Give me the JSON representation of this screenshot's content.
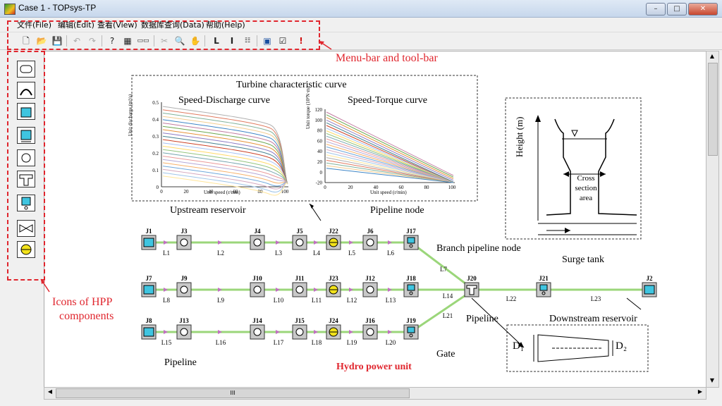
{
  "window": {
    "title": "Case 1 - TOPsys-TP",
    "btn_min": "–",
    "btn_max": "□",
    "btn_close": "✕"
  },
  "menu": [
    {
      "label": "文件(File)"
    },
    {
      "label": "编辑(Edit)"
    },
    {
      "label": "查看(View)"
    },
    {
      "label": "数据库查询(Data)"
    },
    {
      "label": "帮助(Help)"
    }
  ],
  "toolbar": {
    "new_icon": "new-file-icon",
    "open_icon": "open-folder-icon",
    "save_icon": "save-icon",
    "undo_icon": "undo-icon",
    "redo_icon": "redo-icon",
    "help_icon": "help-icon",
    "L_label": "L",
    "I_label": "I",
    "excl_label": "!"
  },
  "annotations": {
    "menubar": "Menu-bar and tool-bar",
    "icons_line1": "Icons of HPP",
    "icons_line2": "components"
  },
  "turbine": {
    "title": "Turbine characteristic curve",
    "left_title": "Speed-Discharge curve",
    "right_title": "Speed-Torque curve",
    "left_xlabel": "Unit speed (r/min)",
    "left_ylabel": "Unit discharge (m³/s)",
    "right_xlabel": "Unit speed (r/min)",
    "right_ylabel": "Unit torque (10³N·m)",
    "left_yticks": [
      "0.5",
      "0.4",
      "0.3",
      "0.2",
      "0.1",
      "0"
    ],
    "left_xticks": [
      "0",
      "20",
      "40",
      "60",
      "80",
      "100"
    ],
    "right_yticks": [
      "120",
      "100",
      "80",
      "60",
      "40",
      "20",
      "0",
      "-20"
    ],
    "right_xticks": [
      "0",
      "20",
      "40",
      "60",
      "80",
      "100"
    ]
  },
  "surge": {
    "height_label": "Height (m)",
    "area_line1": "Cross",
    "area_line2": "section",
    "area_line3": "area"
  },
  "pipe_taper": {
    "d1": "D₁",
    "d2": "D₂"
  },
  "labels": {
    "upstream": "Upstream reservoir",
    "pipeline_node": "Pipeline node",
    "branch_node": "Branch pipeline node",
    "surge_tank": "Surge tank",
    "downstream": "Downstream reservoir",
    "pipeline_right": "Pipeline",
    "pipeline_left": "Pipeline",
    "gate": "Gate",
    "hydro_unit": "Hydro power unit"
  },
  "nodes": {
    "row1": [
      "J1",
      "J3",
      "J4",
      "J5",
      "J22",
      "J6",
      "J17"
    ],
    "row2": [
      "J7",
      "J9",
      "J10",
      "J11",
      "J23",
      "J12",
      "J18"
    ],
    "row3": [
      "J8",
      "J13",
      "J14",
      "J15",
      "J24",
      "J16",
      "J19"
    ],
    "junction": "J20",
    "surge": "J21",
    "down": "J2"
  },
  "pipes": {
    "row1": [
      "L1",
      "L2",
      "L3",
      "L4",
      "L5",
      "L6"
    ],
    "row2": [
      "L8",
      "L9",
      "L10",
      "L11",
      "L12",
      "L13"
    ],
    "row3": [
      "L15",
      "L16",
      "L17",
      "L18",
      "L19",
      "L20"
    ],
    "branch": [
      "L7",
      "L14",
      "L21"
    ],
    "out": [
      "L22",
      "L23"
    ]
  },
  "scroll": {
    "grip": "III"
  }
}
